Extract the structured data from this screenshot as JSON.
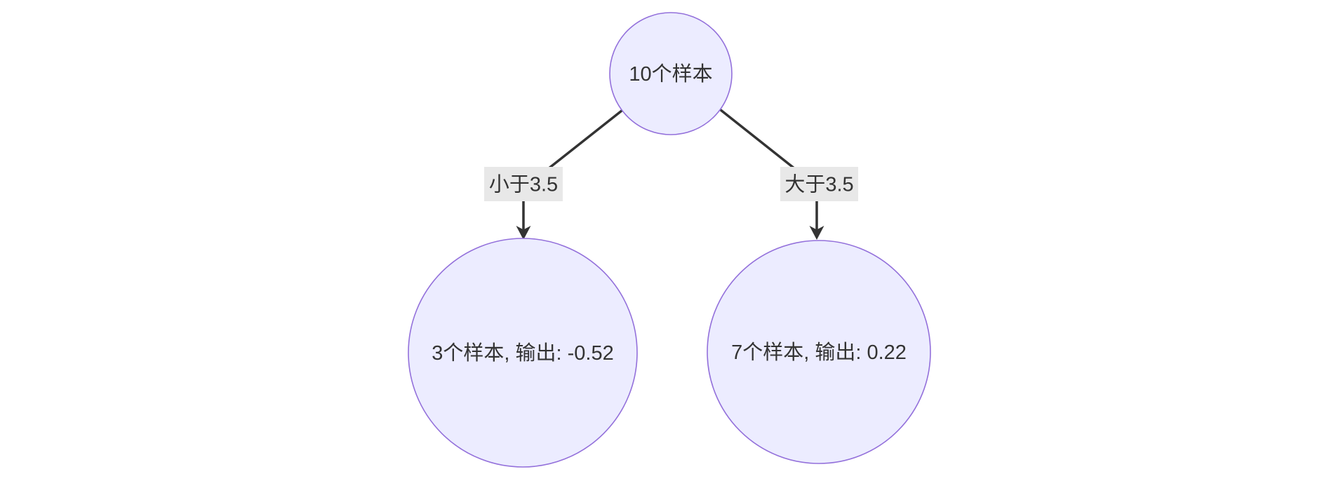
{
  "diagram": {
    "type": "decision-tree-flowchart",
    "background": "#ffffff",
    "colors": {
      "node_fill": "#ECECFF",
      "node_stroke": "#9370DB",
      "edge_color": "#333333",
      "edge_label_bg": "#e8e8e8",
      "text_color": "#333333"
    },
    "nodes": {
      "root": {
        "label": "10个样本"
      },
      "left_leaf": {
        "label": "3个样本, 输出: -0.52"
      },
      "right_leaf": {
        "label": "7个样本, 输出: 0.22"
      }
    },
    "edges": {
      "left": {
        "from": "root",
        "to": "left_leaf",
        "label": "小于3.5"
      },
      "right": {
        "from": "root",
        "to": "right_leaf",
        "label": "大于3.5"
      }
    }
  }
}
